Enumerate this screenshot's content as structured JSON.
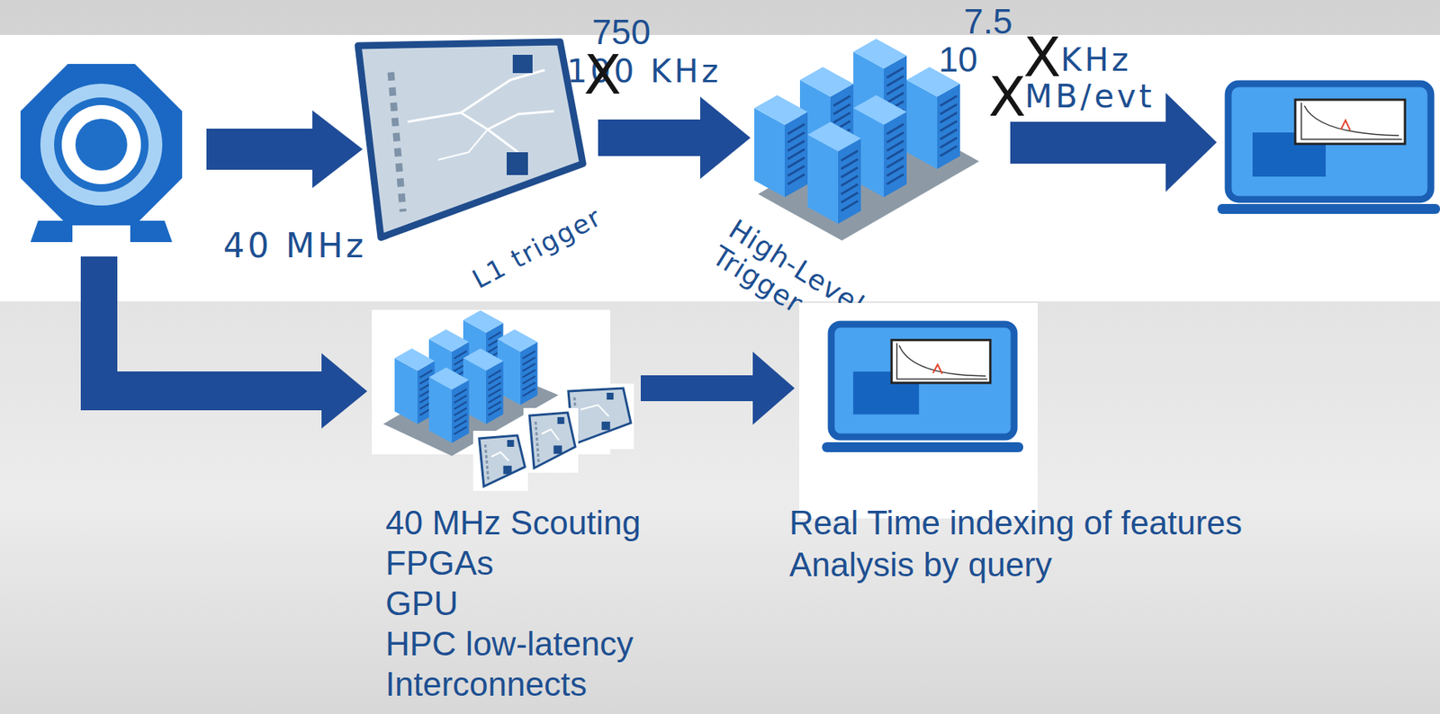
{
  "diagram": {
    "nodes": [
      {
        "text": [
          "L1 trigger"
        ]
      },
      {
        "text": [
          "High-Level Trigger"
        ]
      },
      {
        "text": [
          "40 MHz Scouting",
          "FPGAs",
          "GPU",
          "HPC low-latency",
          "Interconnects"
        ]
      },
      {
        "text": [
          "Real Time indexing of features",
          "Analysis by query"
        ]
      }
    ],
    "edges": [
      {
        "from": 0,
        "to": 1,
        "arrow": "to"
      },
      {
        "from": 2,
        "to": 3,
        "arrow": "to"
      }
    ],
    "labels": [
      "40 MHz",
      "750",
      "100 KHz",
      "X",
      "7.5",
      "10",
      "X",
      "KHz",
      "X",
      "MB/evt"
    ]
  }
}
